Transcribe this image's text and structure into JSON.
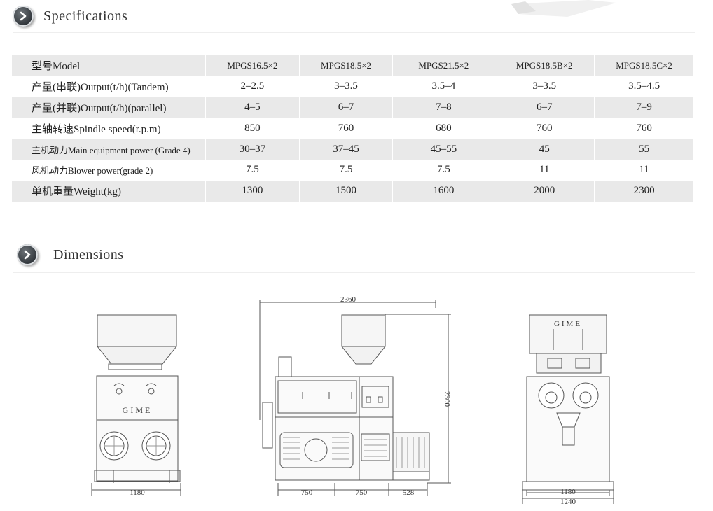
{
  "specifications": {
    "title": "Specifications",
    "columns": [
      "型号Model",
      "MPGS16.5×2",
      "MPGS18.5×2",
      "MPGS21.5×2",
      "MPGS18.5B×2",
      "MPGS18.5C×2"
    ],
    "rows": [
      {
        "label": "产量(串联)Output(t/h)(Tandem)",
        "values": [
          "2–2.5",
          "3–3.5",
          "3.5–4",
          "3–3.5",
          "3.5–4.5"
        ]
      },
      {
        "label": "产量(并联)Output(t/h)(parallel)",
        "values": [
          "4–5",
          "6–7",
          "7–8",
          "6–7",
          "7–9"
        ]
      },
      {
        "label": "主轴转速Spindle speed(r.p.m)",
        "values": [
          "850",
          "760",
          "680",
          "760",
          "760"
        ]
      },
      {
        "label": "主机动力Main equipment power (Grade 4)",
        "values": [
          "30–37",
          "37–45",
          "45–55",
          "45",
          "55"
        ]
      },
      {
        "label": "风机动力Blower power(grade 2)",
        "values": [
          "7.5",
          "7.5",
          "7.5",
          "11",
          "11"
        ]
      },
      {
        "label": "单机重量Weight(kg)",
        "values": [
          "1300",
          "1500",
          "1600",
          "2000",
          "2300"
        ]
      }
    ]
  },
  "dimensions": {
    "title": "Dimensions",
    "front_view": {
      "brand": "GIME",
      "width_label": "1180"
    },
    "side_view": {
      "length_label": "2360",
      "height_label": "2300",
      "segments": [
        "750",
        "750",
        "528"
      ]
    },
    "end_view": {
      "brand": "GIME",
      "width_label": "1180",
      "base_label": "1240"
    }
  },
  "colors": {
    "row_shade": "#e9e9e9",
    "icon_dark": "#2e3338",
    "line": "#555555"
  }
}
